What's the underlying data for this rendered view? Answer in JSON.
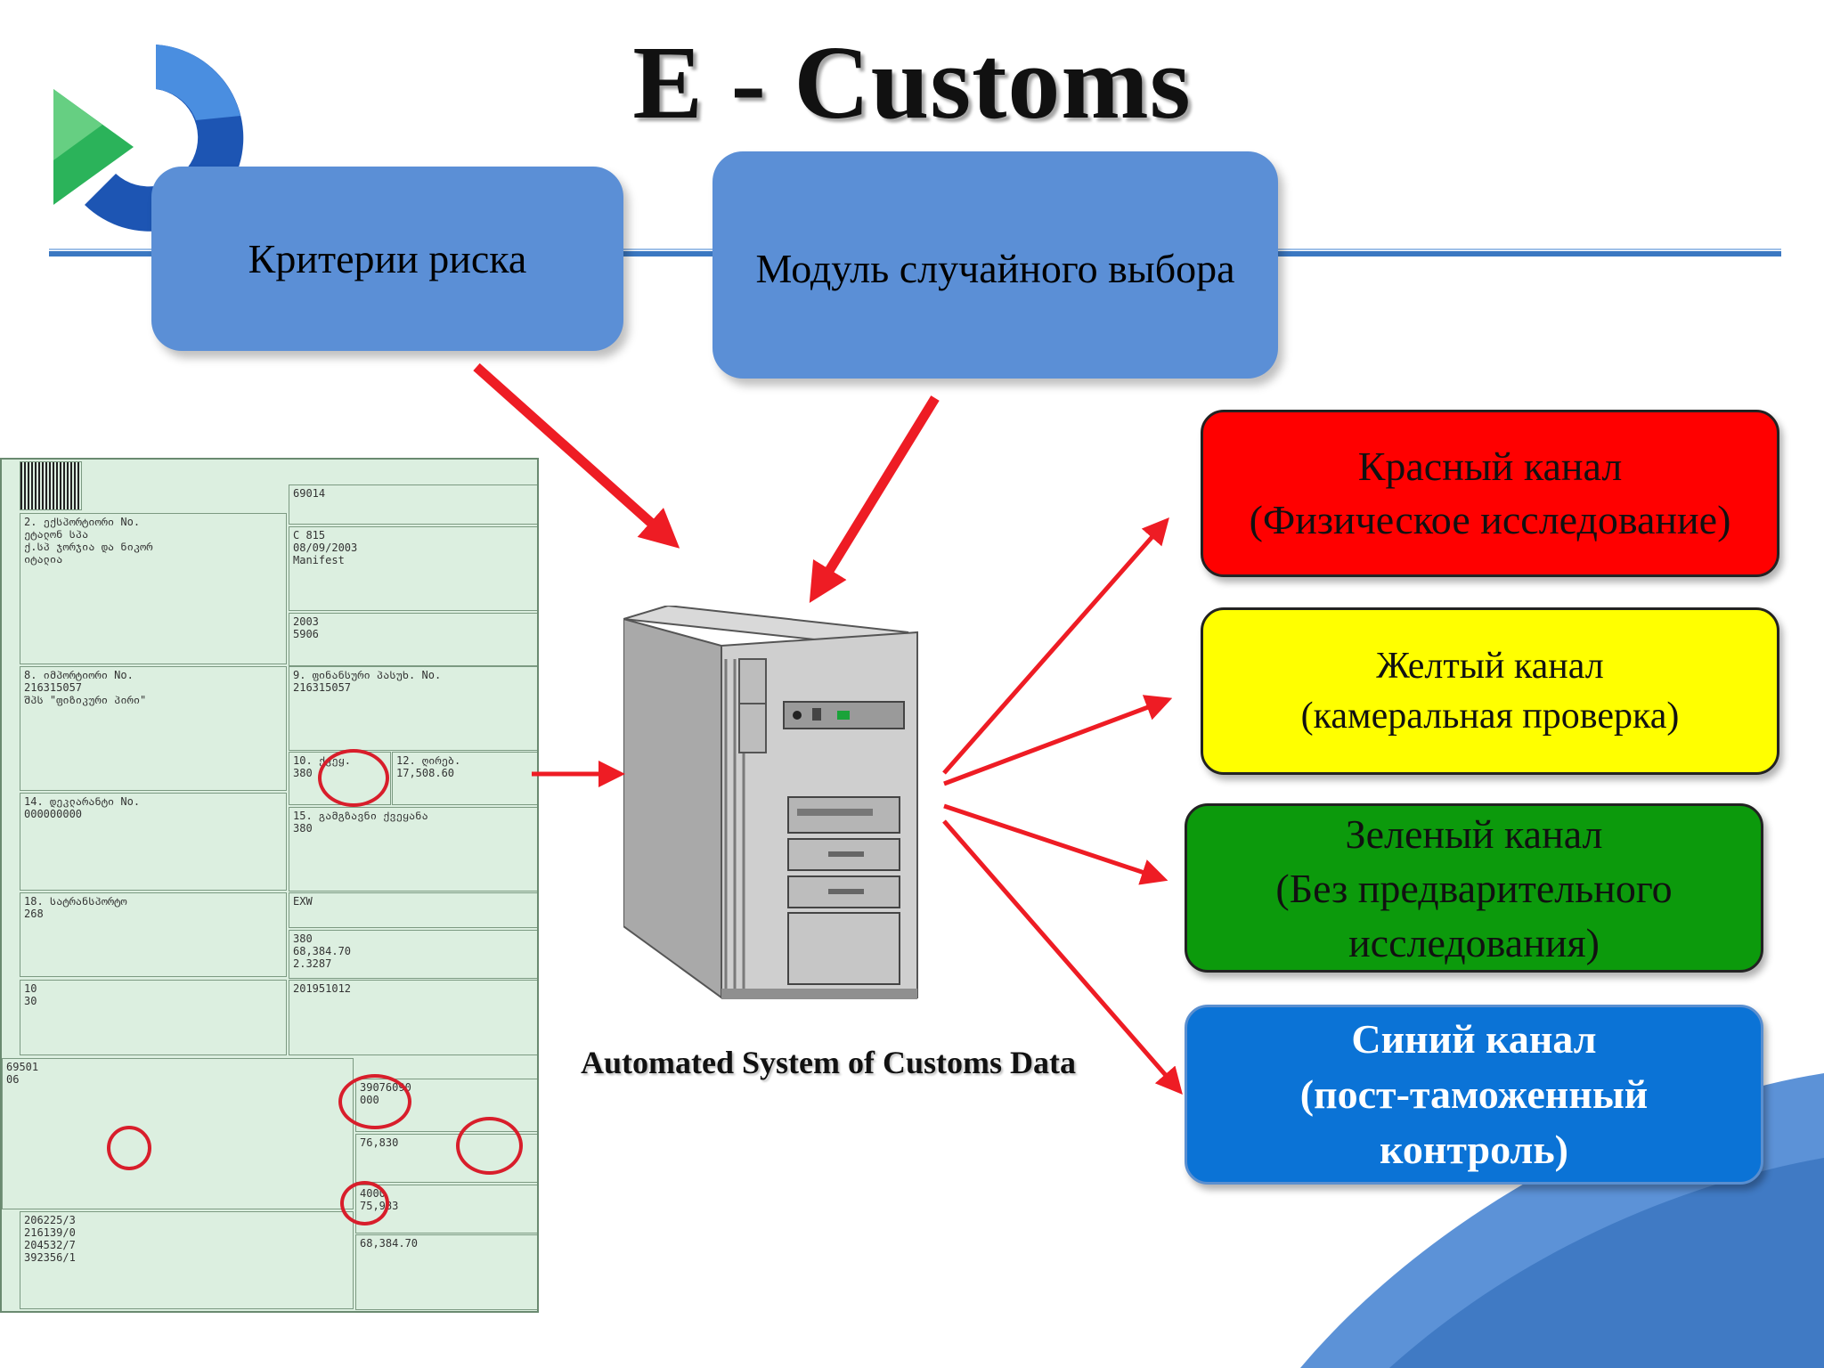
{
  "title": "E - Customs",
  "boxes": {
    "risk": "Критерии риска",
    "random": "Модуль случайного выбора"
  },
  "system_label": "Automated System of Customs Data",
  "channels": {
    "red": {
      "line1": "Красный канал",
      "line2": "(Физическое исследование)",
      "color": "#ff0000"
    },
    "yellow": {
      "line1": "Желтый канал",
      "line2": "(камеральная проверка)",
      "color": "#ffff00"
    },
    "green": {
      "line1": "Зеленый канал",
      "line2": "(Без предварительного",
      "line3": "исследования)",
      "color": "#0c9a0c"
    },
    "blue": {
      "line1": "Синий канал",
      "line2": "(пост-таможенный",
      "line3": "контроль)",
      "color": "#0b73d6"
    }
  },
  "form": {
    "field_values": [
      "69014",
      "C 815",
      "08/09/2003",
      "216315057",
      "216315057",
      "380",
      "17,508.60",
      "000000000",
      "380",
      "268",
      "EXW",
      "380",
      "68,384.70",
      "2.3287",
      "201951012",
      "69501",
      "39076090",
      "000",
      "76,830",
      "4000",
      "75,983",
      "68,384.70",
      "206225/3",
      "216139/0",
      "204532/7",
      "392356/1",
      "Manifest",
      "2003",
      "5906",
      "10",
      "30",
      "06"
    ]
  },
  "colors": {
    "arrow": "#ee1c24",
    "accent_blue": "#5b8fd6",
    "line_blue": "#3b78c2"
  }
}
